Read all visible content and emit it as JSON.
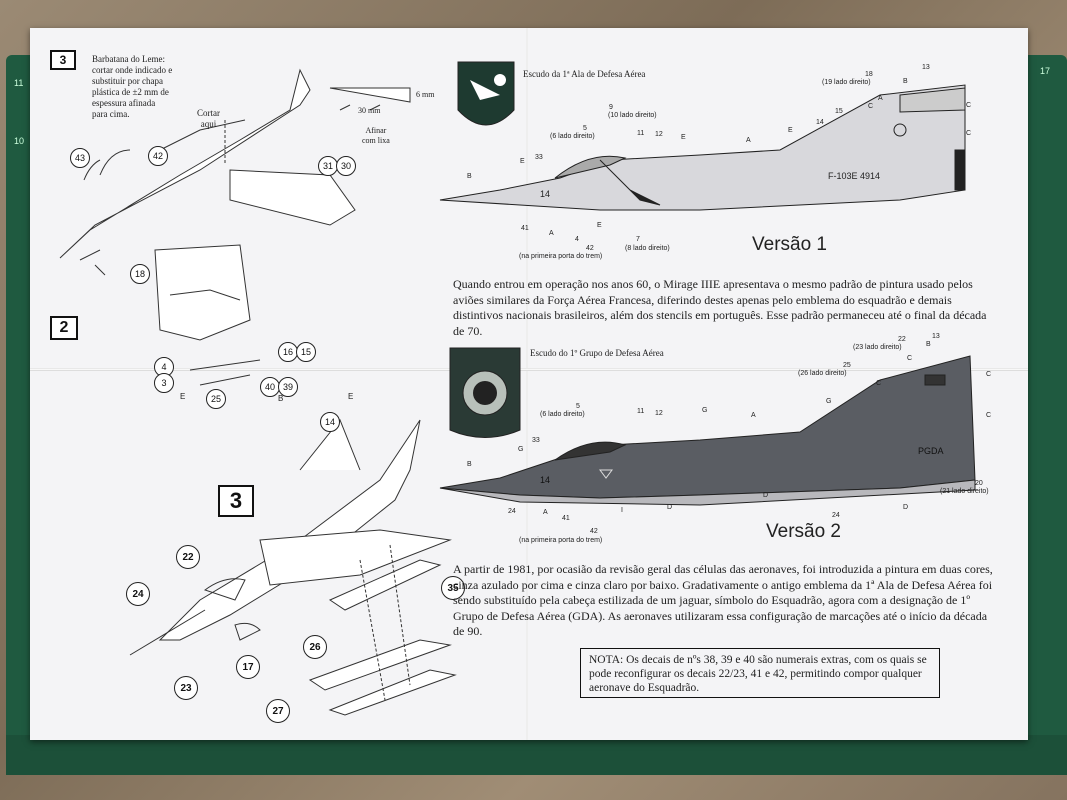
{
  "steps": {
    "step3_top": "3",
    "step2": "2",
    "step3_big": "3"
  },
  "instructions": {
    "rudder_fin_lines": [
      "Barbatana do Leme:",
      "cortar onde indicado e",
      "substituir por chapa",
      "plástica de ±2 mm de",
      "espessura afinada",
      "para cima."
    ],
    "cut_here": [
      "Cortar",
      "aqui"
    ],
    "dim_30mm": "30 mm",
    "dim_6mm": "6 mm",
    "sand_lines": [
      "Afinar",
      "com lixa"
    ]
  },
  "part_numbers": {
    "p43": "43",
    "p42": "42",
    "p31": "31",
    "p30": "30",
    "p18": "18",
    "p4": "4",
    "p3": "3",
    "p16": "16",
    "p15": "15",
    "p25": "25",
    "p40": "40",
    "p39": "39",
    "p14": "14",
    "p22": "22",
    "p24": "24",
    "p23": "23",
    "p17": "17",
    "p35": "35",
    "p26": "26",
    "p27": "27"
  },
  "letters": {
    "E": "E",
    "B": "B"
  },
  "version1": {
    "emblem_title": "Escudo da 1ª Ala de Defesa Aérea",
    "title": "Versão 1",
    "serial": "F-103E  4914",
    "nose_number": "14",
    "paragraph": "Quando entrou em operação nos anos 60, o Mirage IIIE apresentava o mesmo padrão de pintura usado pelos aviões similares da Força Aérea Francesa, diferindo destes apenas pelo emblema do esquadrão e demais distintivos nacionais brasileiros, além dos stencils em português. Esse padrão permaneceu até o final da década de 70.",
    "callouts": {
      "c13": "13",
      "c18": "18",
      "c19": "(19 lado direito)",
      "cB": "B",
      "cA": "A",
      "cC": "C",
      "c15": "15",
      "c14": "14",
      "cE": "E",
      "c9": "9",
      "c10": "(10 lado direito)",
      "c11": "11",
      "c12": "12",
      "c5": "5",
      "c6": "(6 lado direito)",
      "c33": "33",
      "c41": "41",
      "c4": "4",
      "c42": "42",
      "c42note": "(na primeira porta do trem)",
      "c7": "7",
      "c8": "(8 lado direito)"
    }
  },
  "version2": {
    "emblem_title": "Escudo do 1º Grupo de Defesa Aérea",
    "title": "Versão 2",
    "tail_code": "PGDA",
    "nose_number": "14",
    "paragraph": "A partir de 1981, por ocasião da revisão geral das células das aeronaves, foi introduzida a pintura em duas cores, cinza azulado por cima e cinza claro por baixo. Gradativamente o antigo emblema da 1ª Ala de Defesa Aérea foi sendo substituído pela cabeça estilizada de um jaguar, símbolo do Esquadrão, agora com a designação de 1º Grupo de Defesa Aérea (GDA). As aeronaves utilizaram essa configuração de marcações até o início da década de 90.",
    "callouts": {
      "c22": "22",
      "c23": "(23 lado direito)",
      "c13": "13",
      "cB": "B",
      "cC": "C",
      "c25": "25",
      "c26": "(26 lado direito)",
      "cG": "G",
      "cA": "A",
      "c11": "11",
      "c12": "12",
      "c5": "5",
      "c6": "(6 lado direito)",
      "c33": "33",
      "c24": "24",
      "c41": "41",
      "cI": "I",
      "cD": "D",
      "c42": "42",
      "c42note": "(na primeira porta do trem)",
      "c20": "20",
      "c21": "(21 lado direito)"
    }
  },
  "nota": "NOTA: Os decais de nºs 38, 39 e 40 são numerais extras, com os quais se pode reconfigurar os decais 22/23, 41 e 42, permitindo compor qualquer aeronave do Esquadrão.",
  "ruler_top": [
    "11",
    "10",
    "17"
  ],
  "colors": {
    "mat": "#1f5a40",
    "paper": "#f4f4f6",
    "v1_aircraft": "#d8d8dc",
    "v2_aircraft": "#5a5d63"
  }
}
